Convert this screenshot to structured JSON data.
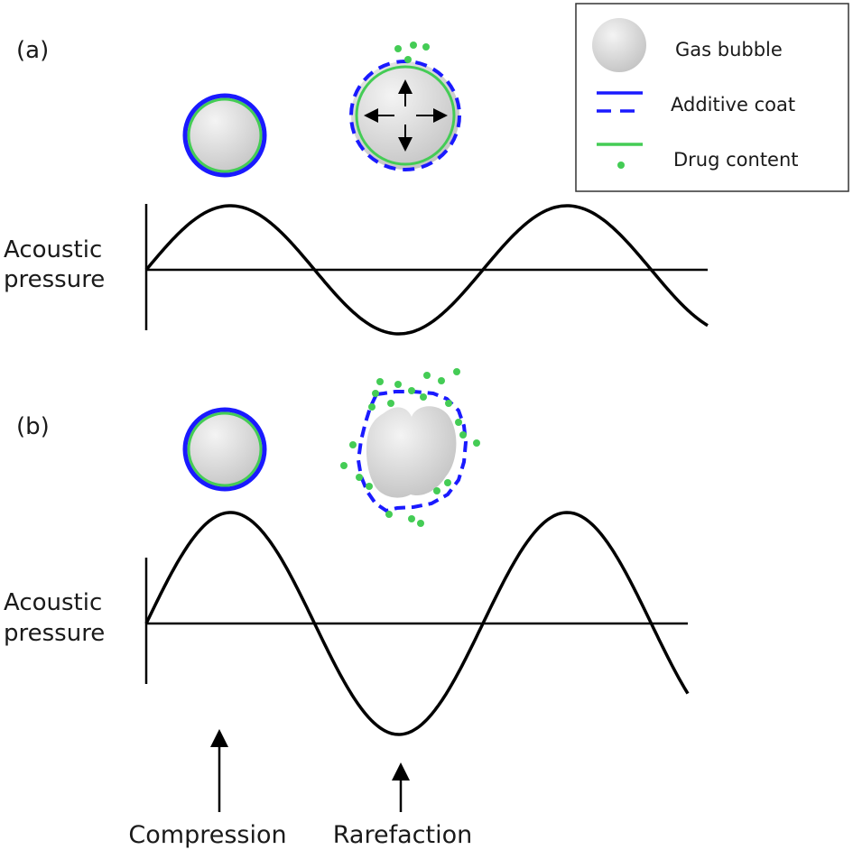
{
  "panels": {
    "a": {
      "label": "(a)",
      "ylabel_line1": "Acoustic",
      "ylabel_line2": "pressure"
    },
    "b": {
      "label": "(b)",
      "ylabel_line1": "Acoustic",
      "ylabel_line2": "pressure"
    }
  },
  "legend": {
    "items": [
      {
        "label": "Gas bubble"
      },
      {
        "label": "Additive coat"
      },
      {
        "label": "Drug content"
      }
    ]
  },
  "annotations": {
    "compression": "Compression",
    "rarefaction": "Rarefaction"
  },
  "colors": {
    "coat": "#1a1aff",
    "drug": "#44cc55",
    "bubble_light": "#f2f2f2",
    "bubble_dark": "#c4c4c4",
    "line": "#000000"
  }
}
